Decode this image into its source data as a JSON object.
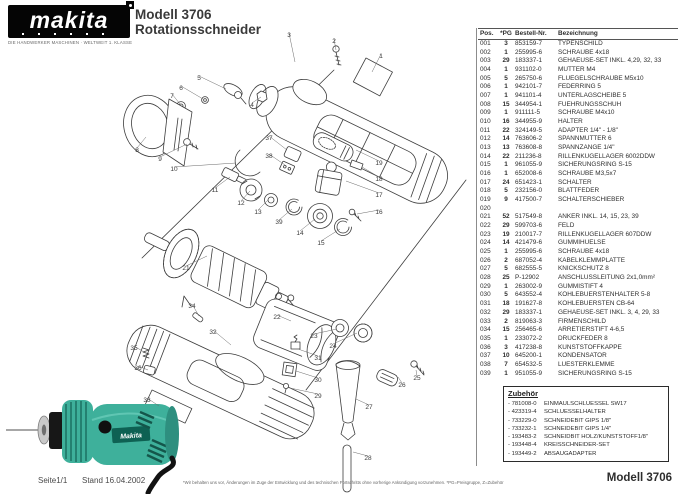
{
  "header": {
    "logo_text": "makita",
    "logo_caption": "DIE HANDWERKER MASCHINEN · WELTWEIT 1. KLASSE",
    "model": "Modell 3706",
    "product": "Rotationsschneider"
  },
  "parts_table": {
    "columns": [
      "Pos.",
      "*PG",
      "Bestell-Nr.",
      "Bezeichnung"
    ],
    "rows": [
      [
        "001",
        "3",
        "853159-7",
        "TYPENSCHILD"
      ],
      [
        "002",
        "1",
        "255995-6",
        "SCHRAUBE 4x18"
      ],
      [
        "003",
        "29",
        "183337-1",
        "GEHAEUSE-SET INKL. 4,29, 32, 33"
      ],
      [
        "004",
        "1",
        "931102-0",
        "MUTTER M4"
      ],
      [
        "005",
        "5",
        "265750-6",
        "FLUEGELSCHRAUBE M5x10"
      ],
      [
        "006",
        "1",
        "942101-7",
        "FEDERRING 5"
      ],
      [
        "007",
        "1",
        "941101-4",
        "UNTERLAGSCHEIBE 5"
      ],
      [
        "008",
        "15",
        "344954-1",
        "FUEHRUNGSSCHUH"
      ],
      [
        "009",
        "1",
        "911111-5",
        "SCHRAUBE M4x10"
      ],
      [
        "010",
        "16",
        "344955-9",
        "HALTER"
      ],
      [
        "011",
        "22",
        "324149-5",
        "ADAPTER 1/4\" - 1/8\""
      ],
      [
        "012",
        "14",
        "763606-2",
        "SPANNMUTTER 6"
      ],
      [
        "013",
        "13",
        "763608-8",
        "SPANNZANGE 1/4\""
      ],
      [
        "014",
        "22",
        "211236-8",
        "RILLENKUGELLAGER 6002DDW"
      ],
      [
        "015",
        "1",
        "961055-9",
        "SICHERUNGSRING S-15"
      ],
      [
        "016",
        "1",
        "652008-6",
        "SCHRAUBE M3,5x7"
      ],
      [
        "017",
        "24",
        "651423-1",
        "SCHALTER"
      ],
      [
        "018",
        "5",
        "232156-0",
        "BLATTFEDER"
      ],
      [
        "019",
        "9",
        "417500-7",
        "SCHALTERSCHIEBER"
      ],
      [
        "020",
        "",
        "",
        ""
      ],
      [
        "021",
        "52",
        "517549-8",
        "ANKER INKL. 14, 15, 23, 39"
      ],
      [
        "022",
        "29",
        "599703-6",
        "FELD"
      ],
      [
        "023",
        "19",
        "210017-7",
        "RILLENKUGELLAGER 607DDW"
      ],
      [
        "024",
        "14",
        "421479-6",
        "GUMMIHUELSE"
      ],
      [
        "025",
        "1",
        "255995-6",
        "SCHRAUBE 4x18"
      ],
      [
        "026",
        "2",
        "687052-4",
        "KABELKLEMMPLATTE"
      ],
      [
        "027",
        "5",
        "682555-5",
        "KNICKSCHUTZ 8"
      ],
      [
        "028",
        "25",
        "P-12902",
        "ANSCHLUSSLEITUNG 2x1,0mm²"
      ],
      [
        "029",
        "1",
        "263002-9",
        "GUMMISTIFT 4"
      ],
      [
        "030",
        "5",
        "643552-4",
        "KOHLEBUERSTENHALTER 5-8"
      ],
      [
        "031",
        "18",
        "191627-8",
        "KOHLEBUERSTEN CB-64"
      ],
      [
        "032",
        "29",
        "183337-1",
        "GEHAEUSE-SET INKL. 3, 4, 29, 33"
      ],
      [
        "033",
        "2",
        "819063-3",
        "FIRMENSCHILD"
      ],
      [
        "034",
        "15",
        "256465-6",
        "ARRETIERSTIFT 4-6,5"
      ],
      [
        "035",
        "1",
        "233072-2",
        "DRUCKFEDER 8"
      ],
      [
        "036",
        "3",
        "417238-8",
        "KUNSTSTOFFKAPPE"
      ],
      [
        "037",
        "10",
        "645200-1",
        "KONDENSATOR"
      ],
      [
        "038",
        "7",
        "654532-5",
        "LUESTERKLEMME"
      ],
      [
        "039",
        "1",
        "951055-9",
        "SICHERUNGSRING S-15"
      ]
    ]
  },
  "accessories": {
    "title": "Zubehör",
    "items": [
      {
        "no": "- 781008-0",
        "name": "EINMAULSCHLUESSEL SW17"
      },
      {
        "no": "- 423319-4",
        "name": "SCHLUESSELHALTER"
      },
      {
        "no": "- 733229-0",
        "name": "SCHNEIDEBIT GIPS 1/8\""
      },
      {
        "no": "- 733232-1",
        "name": "SCHNEIDEBIT GIPS 1/4\""
      },
      {
        "no": "- 193483-2",
        "name": "SCHNEIDBIT HOLZ/KUNSTSTOFF1/8\""
      },
      {
        "no": "- 193448-4",
        "name": "KREISSCHNEIDER-SET"
      },
      {
        "no": "- 193449-2",
        "name": "ABSAUGADAPTER"
      }
    ]
  },
  "footer": {
    "page": "Seite1/1",
    "date": "Stand 16.04.2002",
    "disclaimer": "*Wir behalten uns vor, Änderungen im Zuge der Entwicklung und des technischen Fortschritts ohne vorherige Ankündigung vorzunehmen. *PG=Preisgruppe, Z=Zubehör",
    "model": "Modell 3706"
  },
  "photo": {
    "label": "Makita",
    "body_color": "#3EB09B",
    "band_color": "#0E6153"
  },
  "diagram": {
    "callouts": [
      [
        "1",
        381,
        56,
        372,
        72
      ],
      [
        "2",
        334,
        41,
        336,
        50
      ],
      [
        "3",
        289,
        35,
        295,
        62
      ],
      [
        "4",
        252,
        105,
        261,
        97
      ],
      [
        "5",
        199,
        78,
        226,
        89
      ],
      [
        "6",
        181,
        88,
        203,
        99
      ],
      [
        "7",
        172,
        96,
        180,
        104
      ],
      [
        "8",
        137,
        150,
        146,
        137
      ],
      [
        "9",
        160,
        159,
        187,
        144
      ],
      [
        "10",
        174,
        169,
        236,
        163
      ],
      [
        "11",
        215,
        190,
        230,
        177
      ],
      [
        "12",
        241,
        203,
        250,
        191
      ],
      [
        "13",
        258,
        212,
        268,
        200
      ],
      [
        "14",
        300,
        233,
        315,
        219
      ],
      [
        "15",
        321,
        243,
        340,
        229
      ],
      [
        "16",
        379,
        212,
        357,
        214
      ],
      [
        "17",
        379,
        195,
        346,
        181
      ],
      [
        "18",
        379,
        179,
        362,
        167
      ],
      [
        "19",
        379,
        163,
        356,
        150
      ],
      [
        "21",
        186,
        268,
        207,
        256
      ],
      [
        "22",
        277,
        317,
        291,
        321
      ],
      [
        "23",
        314,
        336,
        337,
        329
      ],
      [
        "24",
        333,
        346,
        357,
        333
      ],
      [
        "25",
        417,
        378,
        416,
        370
      ],
      [
        "26",
        402,
        385,
        398,
        377
      ],
      [
        "27",
        369,
        407,
        356,
        399
      ],
      [
        "28",
        368,
        458,
        353,
        452
      ],
      [
        "29",
        318,
        396,
        290,
        388
      ],
      [
        "30",
        318,
        380,
        296,
        371
      ],
      [
        "31",
        318,
        358,
        298,
        349
      ],
      [
        "32",
        213,
        332,
        231,
        345
      ],
      [
        "33",
        147,
        400,
        159,
        406
      ],
      [
        "34",
        192,
        306,
        199,
        316
      ],
      [
        "35",
        134,
        348,
        144,
        352
      ],
      [
        "36",
        138,
        368,
        148,
        370
      ],
      [
        "37",
        269,
        138,
        287,
        150
      ],
      [
        "38",
        269,
        156,
        285,
        165
      ],
      [
        "39",
        279,
        222,
        292,
        209
      ]
    ]
  }
}
